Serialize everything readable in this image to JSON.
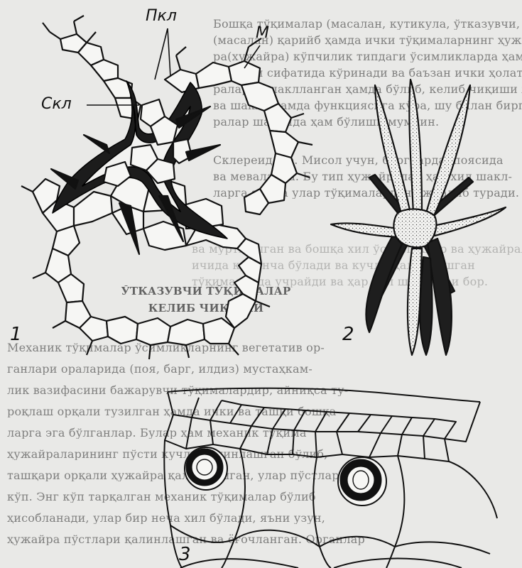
{
  "figure": {
    "labels": {
      "pkl": "Пкл",
      "m": "М",
      "skl": "Скл",
      "fig1": "1",
      "fig2": "2",
      "fig3": "3"
    }
  },
  "background_text": {
    "lines_top": [
      "Бошқа тўқималар (масалан, кутикула, ўтказувчи, қўш.",
      "(масалан) қарийб ҳамда ички тўқималарнинг ҳужай-",
      "ра(хужайра) кўпчилик типдаги ўсимликларда ҳаммаси, ишла",
      "ганлари сифатида кўринади ва баъзан ички ҳолатда ҳужай-",
      "раларда шаклланган ҳамда бўлиб, келиб чиқиши жиҳатдан",
      "ва шакли ҳамда функциясига кўра, шу билан бирга ҳужай",
      "ралар шаклида ҳам бўлиши мумкин.",
      "Склереидлар. Мисол учун, баргларда, поясида",
      "ва меваларда. Бу тип ҳужайралар ҳар хил шакл-",
      "ларга эга ва улар тўқималардан ажралиб туради."
    ],
    "lines_right": [
      "ва мўртлашган ва бошқа хил ўсимликлар ва ҳужайраларда",
      "ичида кўпинча бўлади ва кучли қалинлашган",
      "тўқималарда учрайди ва ҳар хил шакллари бор."
    ],
    "heading_1": "ЎТКАЗУВЧИ ТЎҚИМАЛАР",
    "heading_2": "КЕЛИБ ЧИҚИШИ",
    "lines_bottom": [
      "Механик тўқималар ўсимликларнинг вегетатив ор-",
      "ганлари ораларида (поя, барг, илдиз) мустаҳкам-",
      "лик вазифасини бажарувчи тўқималардир, айниқса ту-",
      "роқлаш орқали тузилган ҳамда ички ва ташқи бошқа",
      "ларга эга бўлганлар. Булар ҳам механик тўқима",
      "ҳужайраларининг пўсти кучли қалинлашган бўлиб,",
      "ташқари орқали ҳужайра қалинлашган, улар пўстларида",
      "кўп. Энг кўп тарқалган механик тўқималар бўлиб",
      "ҳисобланади, улар бир неча хил бўлади, яъни узун,",
      "ҳужайра пўстлари қалинлашган ва ёғочланган. Органлар"
    ]
  }
}
